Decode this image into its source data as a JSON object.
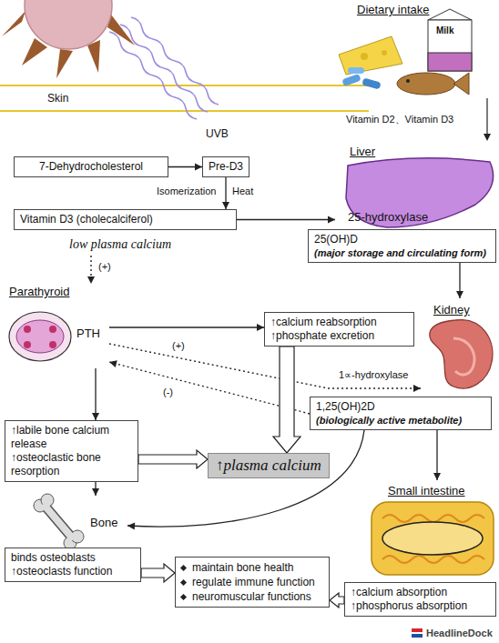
{
  "diagram": {
    "nodes": [
      {
        "text": [
          "7-Dehydrocholesterol"
        ]
      },
      {
        "text": [
          "Pre-D3"
        ]
      },
      {
        "text": [
          "Vitamin D3 (cholecalciferol)"
        ]
      },
      {
        "text": [
          "Liver",
          "25-hydroxylase"
        ]
      },
      {
        "text": [
          "25(OH)D",
          "(major storage and circulating form)"
        ]
      },
      {
        "text": [
          "Parathyroid",
          "PTH"
        ]
      },
      {
        "text": [
          "↑calcium reabsorption",
          "↑phosphate excretion"
        ]
      },
      {
        "text": [
          "Kidney"
        ]
      },
      {
        "text": [
          "1,25(OH)2D",
          "(biologically active metabolite)"
        ]
      },
      {
        "text": [
          "↑labile bone calcium release",
          "↑osteoclastic bone resorption"
        ]
      },
      {
        "text": [
          "↑plasma calcium"
        ]
      },
      {
        "text": [
          "Bone"
        ]
      },
      {
        "text": [
          "binds osteoblasts",
          "↑osteoclasts function"
        ]
      },
      {
        "text": [
          "maintain bone health",
          "regulate immune function",
          "neuromuscular functions"
        ]
      },
      {
        "text": [
          "Small intestine"
        ]
      },
      {
        "text": [
          "↑calcium absorption",
          "↑phosphorus absorption"
        ]
      }
    ],
    "edges": [
      {
        "from": 0,
        "to": 1,
        "arrow": "to"
      },
      {
        "from": 1,
        "to": 2,
        "arrow": "to"
      },
      {
        "from": 2,
        "to": 3,
        "arrow": "to"
      },
      {
        "from": 4,
        "to": 7,
        "arrow": "to"
      },
      {
        "from": 5,
        "to": 6,
        "arrow": "to"
      },
      {
        "from": 5,
        "to": 7,
        "label": "(+)",
        "arrow": "to"
      },
      {
        "from": 8,
        "to": 5,
        "label": "(-)",
        "arrow": "to"
      },
      {
        "from": 5,
        "to": 9,
        "arrow": "to"
      },
      {
        "from": 9,
        "to": 11,
        "arrow": "to"
      },
      {
        "from": 6,
        "to": 10,
        "arrow": "to"
      },
      {
        "from": 9,
        "to": 10,
        "arrow": "to"
      },
      {
        "from": 8,
        "to": 11,
        "arrow": "to"
      },
      {
        "from": 8,
        "to": 14,
        "arrow": "to"
      },
      {
        "from": 12,
        "to": 13,
        "arrow": "to"
      },
      {
        "from": 15,
        "to": 13,
        "arrow": "to"
      }
    ],
    "labels": [
      "Skin",
      "UVB",
      "Isomerization",
      "Heat",
      "Dietary intake",
      "Milk",
      "Vitamin D2、Vitamin D3",
      "low plasma calcium",
      "(+)",
      "1∝-hydroxylase",
      "HeadlineDock"
    ]
  }
}
